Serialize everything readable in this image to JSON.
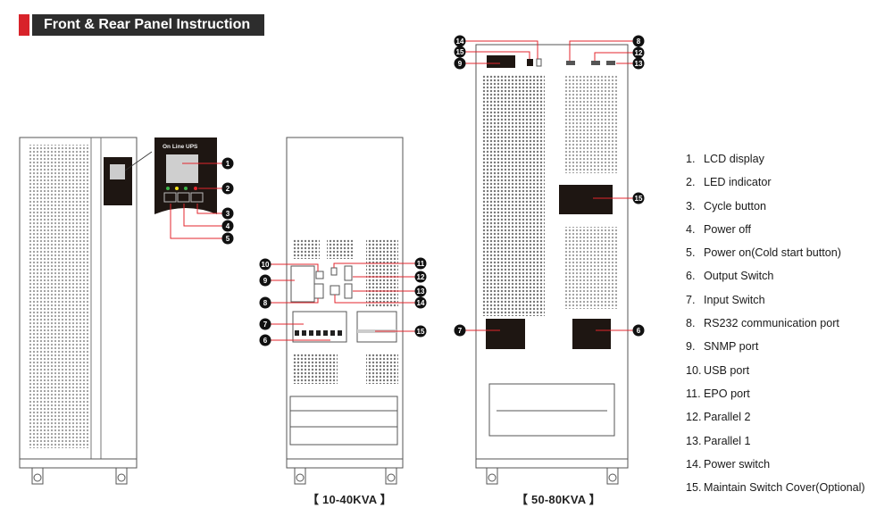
{
  "header": {
    "title": "Front & Rear Panel Instruction"
  },
  "front_panel": {
    "display_title": "On Line UPS",
    "callouts": [
      "1",
      "2",
      "3",
      "4",
      "5"
    ]
  },
  "units": [
    {
      "caption": "【 10-40KVA 】",
      "callouts": [
        "10",
        "9",
        "8",
        "7",
        "6",
        "11",
        "12",
        "13",
        "14",
        "15"
      ]
    },
    {
      "caption": "【 50-80KVA 】",
      "callouts": [
        "14",
        "15",
        "9",
        "8",
        "12",
        "13",
        "15",
        "7",
        "6"
      ]
    }
  ],
  "legend": [
    {
      "num": "1.",
      "label": "LCD display"
    },
    {
      "num": "2.",
      "label": "LED indicator"
    },
    {
      "num": "3.",
      "label": "Cycle button"
    },
    {
      "num": "4.",
      "label": "Power off"
    },
    {
      "num": "5.",
      "label": "Power on(Cold start button)"
    },
    {
      "num": "6.",
      "label": "Output Switch"
    },
    {
      "num": "7.",
      "label": "Input Switch"
    },
    {
      "num": "8.",
      "label": "RS232 communication port"
    },
    {
      "num": "9.",
      "label": "SNMP port"
    },
    {
      "num": "10.",
      "label": "USB port"
    },
    {
      "num": "11.",
      "label": "EPO port"
    },
    {
      "num": "12.",
      "label": "Parallel 2"
    },
    {
      "num": "13.",
      "label": "Parallel 1"
    },
    {
      "num": "14.",
      "label": "Power switch"
    },
    {
      "num": "15.",
      "label": "Maintain Switch Cover(Optional)"
    }
  ],
  "colors": {
    "accent": "#d8232a",
    "header_bg": "#2d2d2d",
    "panel_dark": "#1e1612",
    "led_green": "#3db54a",
    "led_yellow": "#f2e21b",
    "led_red": "#e3262c"
  }
}
